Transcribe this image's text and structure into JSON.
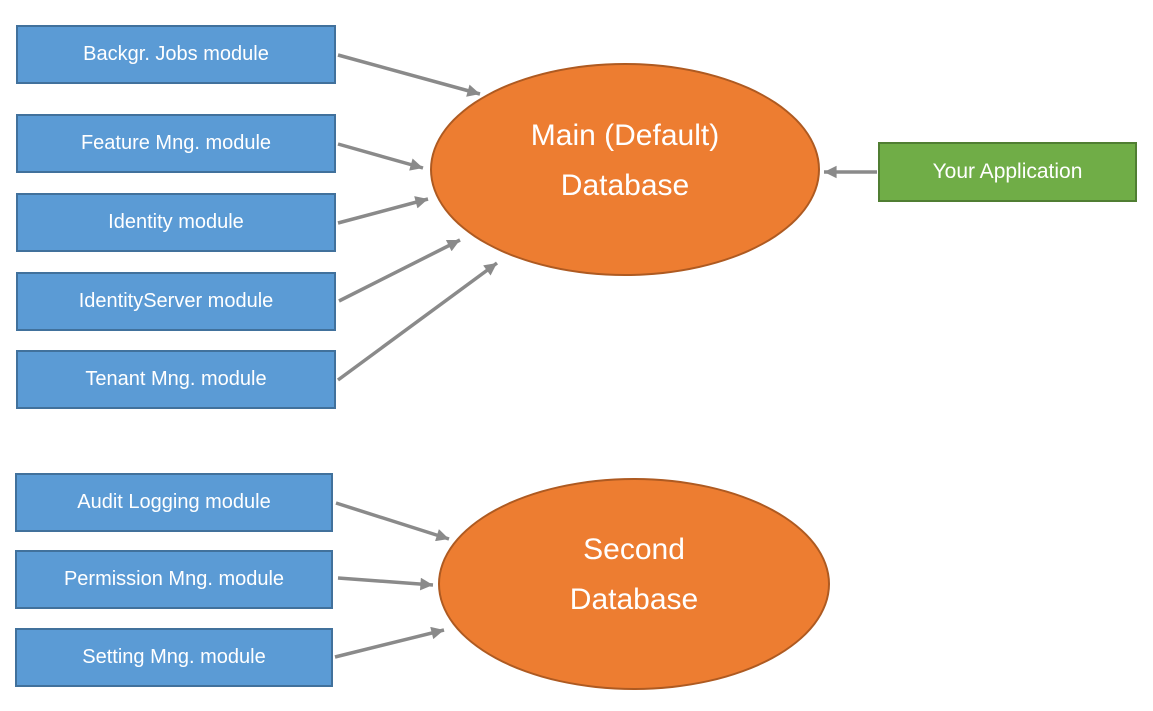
{
  "diagram": {
    "main_group": {
      "modules": [
        "Backgr. Jobs module",
        "Feature Mng. module",
        "Identity module",
        "IdentityServer module",
        "Tenant Mng. module"
      ],
      "database": {
        "line1": "Main (Default)",
        "line2": "Database"
      }
    },
    "second_group": {
      "modules": [
        "Audit Logging module",
        "Permission Mng. module",
        "Setting Mng. module"
      ],
      "database": {
        "line1": "Second",
        "line2": "Database"
      }
    },
    "application": {
      "label": "Your Application"
    },
    "colors": {
      "module_fill": "#5B9BD5",
      "module_border": "#41719C",
      "database_fill": "#ED7D31",
      "database_border": "#AE5A21",
      "application_fill": "#70AD47",
      "application_border": "#507E32",
      "arrow": "#8A8A8A",
      "text": "#FFFFFF",
      "background": "#FFFFFF"
    }
  }
}
